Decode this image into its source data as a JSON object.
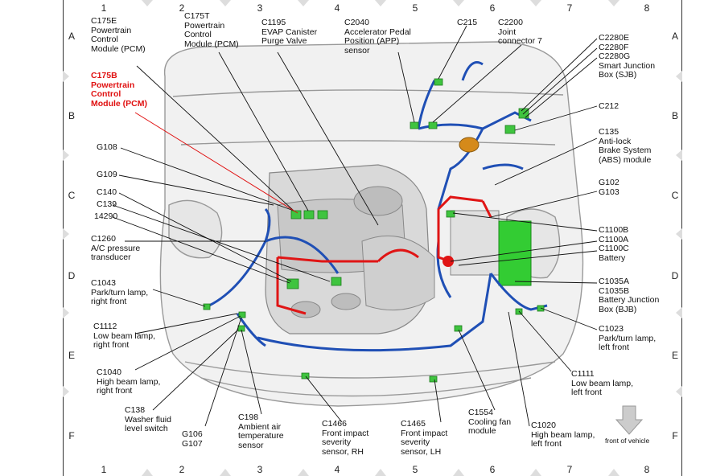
{
  "grid": {
    "columns": [
      "1",
      "2",
      "3",
      "4",
      "5",
      "6",
      "7",
      "8"
    ],
    "rows": [
      "A",
      "B",
      "C",
      "D",
      "E",
      "F"
    ]
  },
  "labels": {
    "c175e": [
      "C175E",
      "Powertrain",
      "Control",
      "Module (PCM)"
    ],
    "c175t": [
      "C175T",
      "Powertrain",
      "Control",
      "Module (PCM)"
    ],
    "c1195": [
      "C1195",
      "EVAP Canister",
      "Purge Valve"
    ],
    "c2040": [
      "C2040",
      "Accelerator Pedal",
      "Position (APP)",
      "sensor"
    ],
    "c215": [
      "C215"
    ],
    "c2200": [
      "C2200",
      "Joint",
      "connector 7"
    ],
    "c2280": [
      "C2280E",
      "C2280F",
      "C2280G",
      "Smart Junction",
      "Box (SJB)"
    ],
    "c175b": [
      "C175B",
      "Powertrain",
      "Control",
      "Module (PCM)"
    ],
    "c212": [
      "C212"
    ],
    "c135": [
      "C135",
      "Anti-lock",
      "Brake System",
      "(ABS) module"
    ],
    "g108": [
      "G108"
    ],
    "g109": [
      "G109"
    ],
    "c140": [
      "C140"
    ],
    "c139": [
      "C139"
    ],
    "n14290": [
      "14290"
    ],
    "g102": [
      "G102",
      "G103"
    ],
    "c1260": [
      "C1260",
      "A/C pressure",
      "transducer"
    ],
    "c1100": [
      "C1100B",
      "C1100A",
      "C1100C",
      "Battery"
    ],
    "c1043": [
      "C1043",
      "Park/turn lamp,",
      "right front"
    ],
    "c1035": [
      "C1035A",
      "C1035B",
      "Battery Junction",
      "Box (BJB)"
    ],
    "c1112": [
      "C1112",
      "Low beam lamp,",
      "right front"
    ],
    "c1023": [
      "C1023",
      "Park/turn lamp,",
      "left front"
    ],
    "c1040": [
      "C1040",
      "High beam lamp,",
      "right front"
    ],
    "c1111": [
      "C1111",
      "Low beam lamp,",
      "left front"
    ],
    "c138": [
      "C138",
      "Washer fluid",
      "level switch"
    ],
    "g106": [
      "G106",
      "G107"
    ],
    "c198": [
      "C198",
      "Ambient air",
      "temperature",
      "sensor"
    ],
    "c1466": [
      "C1466",
      "Front impact",
      "severity",
      "sensor, RH"
    ],
    "c1465": [
      "C1465",
      "Front impact",
      "severity",
      "sensor, LH"
    ],
    "c1554": [
      "C1554",
      "Cooling fan",
      "module"
    ],
    "c1020": [
      "C1020",
      "High beam lamp,",
      "left front"
    ]
  },
  "front_of_vehicle": "front of vehicle",
  "colors": {
    "harness_blue": "#1f4fb5",
    "harness_red": "#e01515",
    "connector_green": "#3fc43f",
    "highlight_label": "#e01010",
    "battery_junction_box": "#33cc33"
  }
}
